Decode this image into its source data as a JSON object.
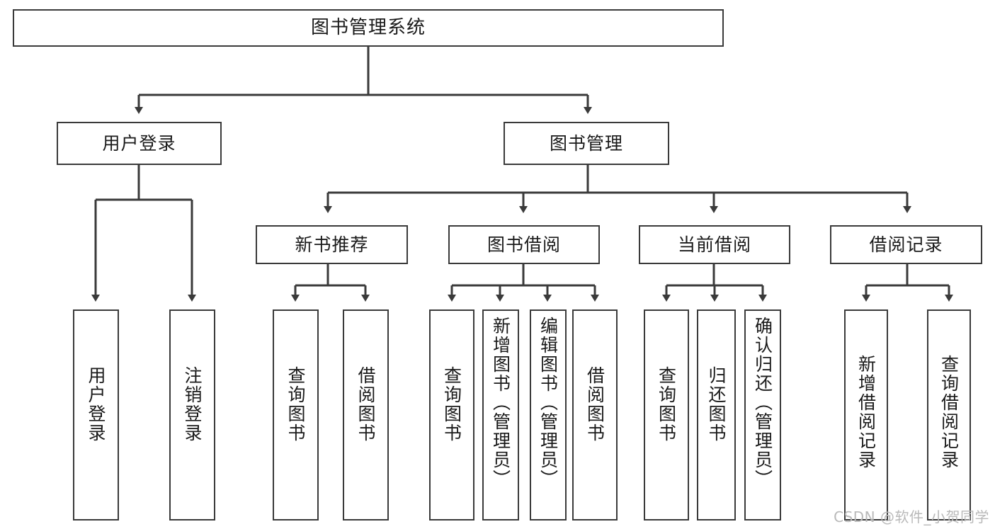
{
  "diagram": {
    "type": "org-tree",
    "title": "图书管理系统",
    "watermark": "CSDN @软件_小贺同学",
    "colors": {
      "stroke": "#3a3a3a",
      "fill": "#ffffff",
      "text": "#1a1a1a",
      "watermark": "#b9b9b9"
    },
    "root": {
      "label": "图书管理系统"
    },
    "level2": [
      {
        "label": "用户登录"
      },
      {
        "label": "图书管理"
      }
    ],
    "level3": [
      {
        "label": "新书推荐"
      },
      {
        "label": "图书借阅"
      },
      {
        "label": "当前借阅"
      },
      {
        "label": "借阅记录"
      }
    ],
    "leaves": {
      "user_login": [
        {
          "label": "用户登录"
        },
        {
          "label": "注销登录"
        }
      ],
      "new_book_rec": [
        {
          "label": "查询图书"
        },
        {
          "label": "借阅图书"
        }
      ],
      "book_borrow": [
        {
          "label": "查询图书"
        },
        {
          "label": "新增图书（管理员）"
        },
        {
          "label": "编辑图书（管理员）"
        },
        {
          "label": "借阅图书"
        }
      ],
      "current_borrow": [
        {
          "label": "查询图书"
        },
        {
          "label": "归还图书"
        },
        {
          "label": "确认归还（管理员）"
        }
      ],
      "borrow_record": [
        {
          "label": "新增借阅记录"
        },
        {
          "label": "查询借阅记录"
        }
      ]
    }
  }
}
